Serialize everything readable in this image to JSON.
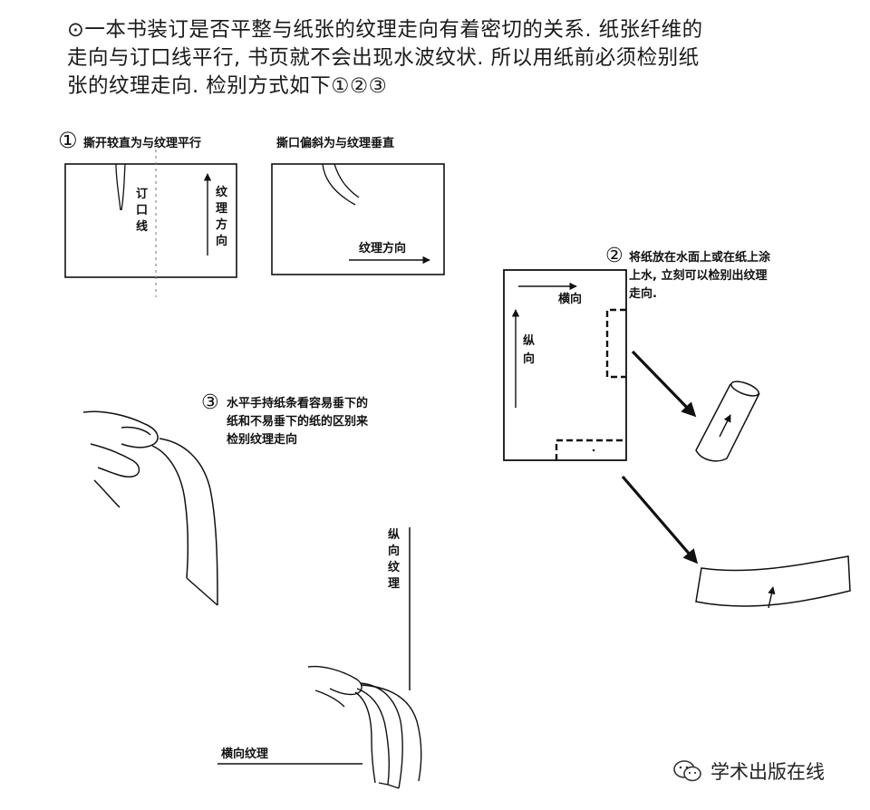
{
  "intro": {
    "lines": [
      "⊙一本书装订是否平整与纸张的纹理走向有着密切的关系. 纸张纤维的",
      "走向与订口线平行, 书页就不会出现水波纹状. 所以用纸前必须检别纸",
      "张的纹理走向. 检别方式如下①②③"
    ]
  },
  "method1": {
    "marker": "①",
    "caption_left": "撕开较直为与纹理平行",
    "caption_right": "撕口偏斜为与纹理垂直",
    "binding_line": [
      "订",
      "口",
      "线"
    ],
    "grain_vertical": [
      "纹",
      "理",
      "方",
      "向"
    ],
    "grain_horizontal": "纹理方向"
  },
  "method2": {
    "marker": "②",
    "caption": [
      "将纸放在水面上或在纸上涂",
      "上水, 立刻可以检别出纹理",
      "走向."
    ],
    "label_horizontal": "横向",
    "label_vertical": [
      "纵",
      "向"
    ]
  },
  "method3": {
    "marker": "③",
    "caption": [
      "水平手持纸条看容易垂下的",
      "纸和不易垂下的纸的区别来",
      "检别纹理走向"
    ],
    "label_vertical_grain": [
      "纵",
      "向",
      "纹",
      "理"
    ],
    "label_horizontal_grain": "横向纹理"
  },
  "watermark": {
    "icon": "wechat-icon",
    "text": "学术出版在线"
  }
}
